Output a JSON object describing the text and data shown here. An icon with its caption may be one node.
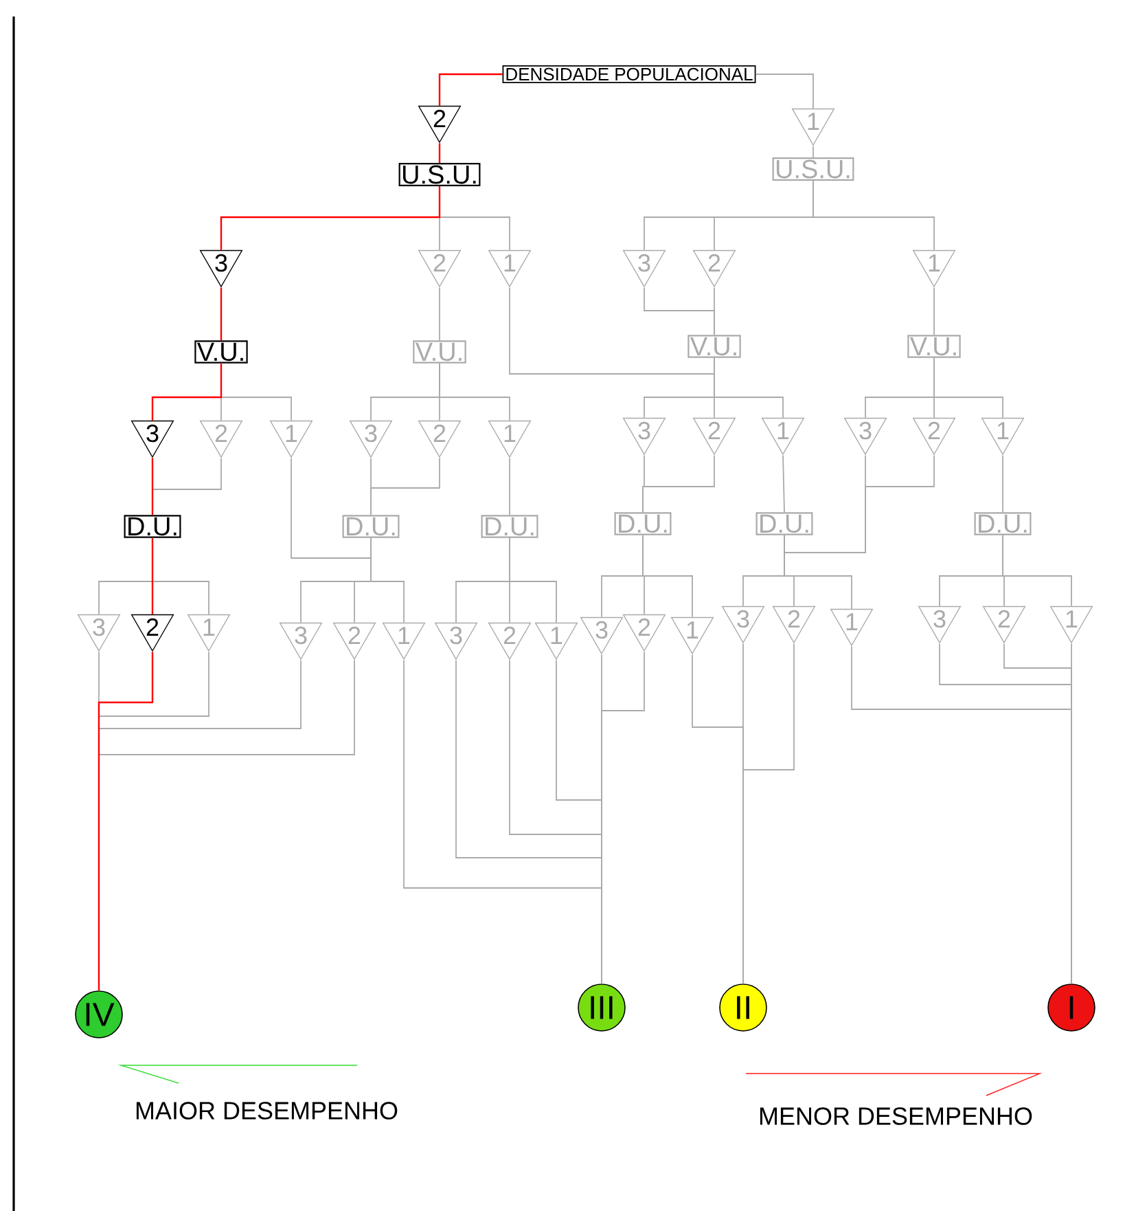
{
  "diagram": {
    "nodes": [
      {
        "text": [
          "DENSIDADE POPULACIONAL"
        ]
      },
      {
        "text": [
          "2"
        ]
      },
      {
        "text": [
          "1"
        ]
      },
      {
        "text": [
          "U.S.U."
        ]
      },
      {
        "text": [
          "U.S.U."
        ]
      },
      {
        "text": [
          "3"
        ]
      },
      {
        "text": [
          "2"
        ]
      },
      {
        "text": [
          "1"
        ]
      },
      {
        "text": [
          "3"
        ]
      },
      {
        "text": [
          "2"
        ]
      },
      {
        "text": [
          "1"
        ]
      },
      {
        "text": [
          "V.U."
        ]
      },
      {
        "text": [
          "V.U."
        ]
      },
      {
        "text": [
          "V.U."
        ]
      },
      {
        "text": [
          "V.U."
        ]
      },
      {
        "text": [
          "3"
        ]
      },
      {
        "text": [
          "2"
        ]
      },
      {
        "text": [
          "1"
        ]
      },
      {
        "text": [
          "3"
        ]
      },
      {
        "text": [
          "2"
        ]
      },
      {
        "text": [
          "1"
        ]
      },
      {
        "text": [
          "3"
        ]
      },
      {
        "text": [
          "2"
        ]
      },
      {
        "text": [
          "1"
        ]
      },
      {
        "text": [
          "3"
        ]
      },
      {
        "text": [
          "2"
        ]
      },
      {
        "text": [
          "1"
        ]
      },
      {
        "text": [
          "D.U."
        ]
      },
      {
        "text": [
          "D.U."
        ]
      },
      {
        "text": [
          "D.U."
        ]
      },
      {
        "text": [
          "D.U."
        ]
      },
      {
        "text": [
          "D.U."
        ]
      },
      {
        "text": [
          "D.U."
        ]
      },
      {
        "text": [
          "3"
        ]
      },
      {
        "text": [
          "2"
        ]
      },
      {
        "text": [
          "1"
        ]
      },
      {
        "text": [
          "3"
        ]
      },
      {
        "text": [
          "2"
        ]
      },
      {
        "text": [
          "1"
        ]
      },
      {
        "text": [
          "3"
        ]
      },
      {
        "text": [
          "2"
        ]
      },
      {
        "text": [
          "1"
        ]
      },
      {
        "text": [
          "3"
        ]
      },
      {
        "text": [
          "2"
        ]
      },
      {
        "text": [
          "1"
        ]
      },
      {
        "text": [
          "3"
        ]
      },
      {
        "text": [
          "2"
        ]
      },
      {
        "text": [
          "1"
        ]
      },
      {
        "text": [
          "3"
        ]
      },
      {
        "text": [
          "2"
        ]
      },
      {
        "text": [
          "1"
        ]
      },
      {
        "text": [
          "IV"
        ]
      },
      {
        "text": [
          "III"
        ]
      },
      {
        "text": [
          "II"
        ]
      },
      {
        "text": [
          "I"
        ]
      }
    ],
    "edges": [
      {
        "from": 0,
        "to": 1,
        "arrow": "none",
        "color": "#ff0000"
      },
      {
        "from": 0,
        "to": 2,
        "arrow": "none"
      },
      {
        "from": 1,
        "to": 3,
        "arrow": "none",
        "color": "#ff0000"
      },
      {
        "from": 2,
        "to": 4,
        "arrow": "none"
      },
      {
        "from": 3,
        "to": 5,
        "arrow": "none",
        "color": "#ff0000"
      },
      {
        "from": 3,
        "to": 6,
        "arrow": "none"
      },
      {
        "from": 3,
        "to": 7,
        "arrow": "none"
      },
      {
        "from": 4,
        "to": 8,
        "arrow": "none"
      },
      {
        "from": 4,
        "to": 9,
        "arrow": "none"
      },
      {
        "from": 4,
        "to": 10,
        "arrow": "none"
      },
      {
        "from": 5,
        "to": 11,
        "arrow": "none",
        "color": "#ff0000"
      },
      {
        "from": 6,
        "to": 12,
        "arrow": "none"
      },
      {
        "from": 7,
        "to": 13,
        "arrow": "none"
      },
      {
        "from": 8,
        "to": 13,
        "arrow": "none"
      },
      {
        "from": 9,
        "to": 13,
        "arrow": "none"
      },
      {
        "from": 10,
        "to": 14,
        "arrow": "none"
      },
      {
        "from": 11,
        "to": 15,
        "arrow": "none",
        "color": "#ff0000"
      },
      {
        "from": 11,
        "to": 16,
        "arrow": "none"
      },
      {
        "from": 11,
        "to": 17,
        "arrow": "none"
      },
      {
        "from": 12,
        "to": 18,
        "arrow": "none"
      },
      {
        "from": 12,
        "to": 19,
        "arrow": "none"
      },
      {
        "from": 12,
        "to": 20,
        "arrow": "none"
      },
      {
        "from": 13,
        "to": 21,
        "arrow": "none"
      },
      {
        "from": 13,
        "to": 22,
        "arrow": "none"
      },
      {
        "from": 13,
        "to": 23,
        "arrow": "none"
      },
      {
        "from": 14,
        "to": 24,
        "arrow": "none"
      },
      {
        "from": 14,
        "to": 25,
        "arrow": "none"
      },
      {
        "from": 14,
        "to": 26,
        "arrow": "none"
      },
      {
        "from": 15,
        "to": 27,
        "arrow": "none",
        "color": "#ff0000"
      },
      {
        "from": 16,
        "to": 27,
        "arrow": "none"
      },
      {
        "from": 17,
        "to": 28,
        "arrow": "none"
      },
      {
        "from": 18,
        "to": 28,
        "arrow": "none"
      },
      {
        "from": 19,
        "to": 28,
        "arrow": "none"
      },
      {
        "from": 20,
        "to": 29,
        "arrow": "none"
      },
      {
        "from": 21,
        "to": 30,
        "arrow": "none"
      },
      {
        "from": 22,
        "to": 30,
        "arrow": "none"
      },
      {
        "from": 23,
        "to": 31,
        "arrow": "none"
      },
      {
        "from": 24,
        "to": 31,
        "arrow": "none"
      },
      {
        "from": 25,
        "to": 31,
        "arrow": "none"
      },
      {
        "from": 26,
        "to": 32,
        "arrow": "none"
      },
      {
        "from": 27,
        "to": 33,
        "arrow": "none"
      },
      {
        "from": 27,
        "to": 34,
        "arrow": "none",
        "color": "#ff0000"
      },
      {
        "from": 27,
        "to": 35,
        "arrow": "none"
      },
      {
        "from": 28,
        "to": 36,
        "arrow": "none"
      },
      {
        "from": 28,
        "to": 37,
        "arrow": "none"
      },
      {
        "from": 28,
        "to": 38,
        "arrow": "none"
      },
      {
        "from": 29,
        "to": 39,
        "arrow": "none"
      },
      {
        "from": 29,
        "to": 40,
        "arrow": "none"
      },
      {
        "from": 29,
        "to": 41,
        "arrow": "none"
      },
      {
        "from": 30,
        "to": 42,
        "arrow": "none"
      },
      {
        "from": 30,
        "to": 43,
        "arrow": "none"
      },
      {
        "from": 30,
        "to": 44,
        "arrow": "none"
      },
      {
        "from": 31,
        "to": 45,
        "arrow": "none"
      },
      {
        "from": 31,
        "to": 46,
        "arrow": "none"
      },
      {
        "from": 31,
        "to": 47,
        "arrow": "none"
      },
      {
        "from": 32,
        "to": 48,
        "arrow": "none"
      },
      {
        "from": 32,
        "to": 49,
        "arrow": "none"
      },
      {
        "from": 32,
        "to": 50,
        "arrow": "none"
      },
      {
        "from": 33,
        "to": 51,
        "arrow": "none"
      },
      {
        "from": 34,
        "to": 51,
        "arrow": "none",
        "color": "#ff0000"
      },
      {
        "from": 35,
        "to": 51,
        "arrow": "none"
      },
      {
        "from": 36,
        "to": 51,
        "arrow": "none"
      },
      {
        "from": 37,
        "to": 51,
        "arrow": "none"
      },
      {
        "from": 38,
        "to": 52,
        "arrow": "none"
      },
      {
        "from": 39,
        "to": 52,
        "arrow": "none"
      },
      {
        "from": 40,
        "to": 52,
        "arrow": "none"
      },
      {
        "from": 41,
        "to": 52,
        "arrow": "none"
      },
      {
        "from": 42,
        "to": 52,
        "arrow": "none"
      },
      {
        "from": 43,
        "to": 52,
        "arrow": "none"
      },
      {
        "from": 44,
        "to": 53,
        "arrow": "none"
      },
      {
        "from": 45,
        "to": 53,
        "arrow": "none"
      },
      {
        "from": 46,
        "to": 53,
        "arrow": "none"
      },
      {
        "from": 47,
        "to": 54,
        "arrow": "none"
      },
      {
        "from": 48,
        "to": 54,
        "arrow": "none"
      },
      {
        "from": 49,
        "to": 54,
        "arrow": "none"
      },
      {
        "from": 50,
        "to": 54,
        "arrow": "none"
      }
    ],
    "labels": [
      "MAIOR DESEMPENHO",
      "MENOR DESEMPENHO"
    ]
  }
}
